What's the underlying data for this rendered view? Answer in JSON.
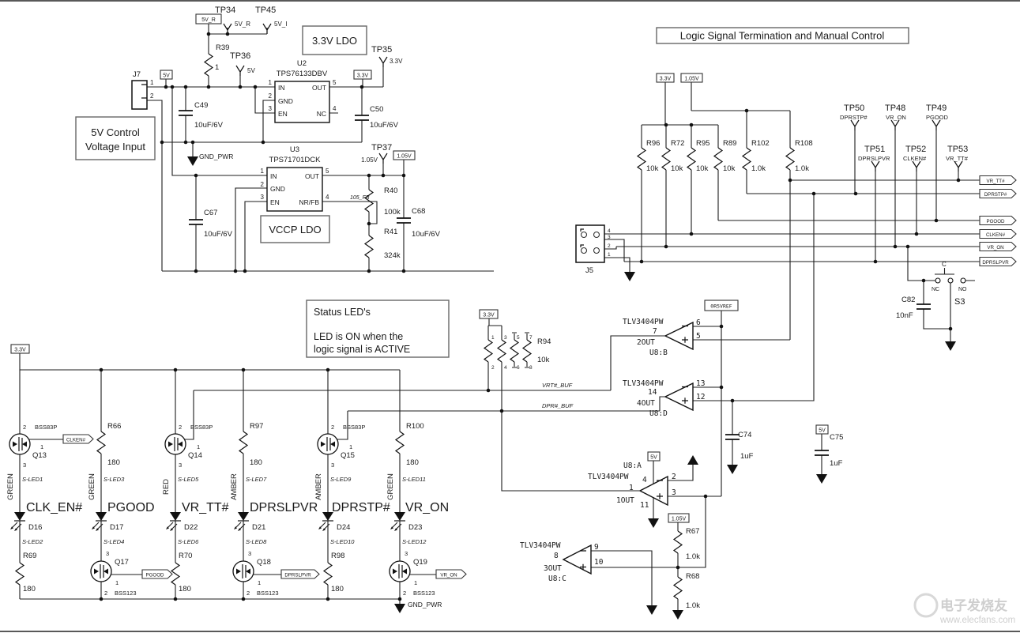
{
  "sheet": {
    "watermark_brand": "电子发烧友",
    "watermark_url": "www.elecfans.com"
  },
  "nets": {
    "v5": "5V",
    "v5r": "5V_R",
    "v5i": "5V_I",
    "v33": "3.3V",
    "v105": "1.05V",
    "ref05": "0R5VREF",
    "gnd_pwr": "GND_PWR",
    "fb": "105_FB",
    "vrt_buf": "VRT#_BUF",
    "dpr_buf": "DPR#_BUF"
  },
  "ldo": {
    "title": "3.3V LDO",
    "vccp_title": "VCCP LDO",
    "input_line1": "5V Control",
    "input_line2": "Voltage Input",
    "tp34": "TP34",
    "tp45": "TP45",
    "tp36": "TP36",
    "tp35": "TP35",
    "tp37": "TP37",
    "tp34_net": "5V_R",
    "tp45_net": "5V_I",
    "tp36_net": "5V",
    "tp35_net": "3.3V",
    "tp37_net": "1.05V",
    "j7": {
      "ref": "J7",
      "p1": "1",
      "p2": "2"
    },
    "r39": {
      "ref": "R39",
      "val": "1"
    },
    "c49": {
      "ref": "C49",
      "val": "10uF/6V"
    },
    "c50": {
      "ref": "C50",
      "val": "10uF/6V"
    },
    "c67": {
      "ref": "C67",
      "val": "10uF/6V"
    },
    "c68": {
      "ref": "C68",
      "val": "10uF/6V"
    },
    "r40": {
      "ref": "R40",
      "val": "100k"
    },
    "r41": {
      "ref": "R41",
      "val": "324k"
    },
    "u2": {
      "ref": "U2",
      "part": "TPS76133DBV",
      "pin_in": "IN",
      "pin_gnd": "GND",
      "pin_en": "EN",
      "pin_out": "OUT",
      "pin_nc": "NC",
      "n1": "1",
      "n2": "2",
      "n3": "3",
      "n4": "4",
      "n5": "5"
    },
    "u3": {
      "ref": "U3",
      "part": "TPS71701DCK",
      "pin_in": "IN",
      "pin_gnd": "GND",
      "pin_en": "EN",
      "pin_out": "OUT",
      "pin_fb": "NR/FB",
      "n1": "1",
      "n2": "2",
      "n3": "3",
      "n4": "4",
      "n5": "5"
    }
  },
  "logic": {
    "title": "Logic Signal Termination and Manual Control",
    "r96": {
      "ref": "R96",
      "val": "10k"
    },
    "r72": {
      "ref": "R72",
      "val": "10k"
    },
    "r95": {
      "ref": "R95",
      "val": "10k"
    },
    "r89": {
      "ref": "R89",
      "val": "10k"
    },
    "r102": {
      "ref": "R102",
      "val": "1.0k"
    },
    "r108": {
      "ref": "R108",
      "val": "1.0k"
    },
    "tp50": {
      "ref": "TP50",
      "net": "DPRSTP#"
    },
    "tp48": {
      "ref": "TP48",
      "net": "VR_ON"
    },
    "tp49": {
      "ref": "TP49",
      "net": "PGOOD"
    },
    "tp51": {
      "ref": "TP51",
      "net": "DPRSLPVR"
    },
    "tp52": {
      "ref": "TP52",
      "net": "CLKEN#"
    },
    "tp53": {
      "ref": "TP53",
      "net": "VR_TT#"
    },
    "flag_vrtt": "VR_TT#",
    "flag_dprstp": "DPRSTP#",
    "flag_pgood": "PGOOD",
    "flag_clken": "CLKEN#",
    "flag_vron": "VR_ON",
    "flag_dprslpvr": "DPRSLPVR",
    "j5": {
      "ref": "J5",
      "p4": "4",
      "p3": "3",
      "p2": "2",
      "p1": "1"
    },
    "s3": {
      "ref": "S3",
      "c": "C",
      "nc": "NC",
      "no": "NO"
    },
    "c82": {
      "ref": "C82",
      "val": "10nF"
    }
  },
  "status": {
    "title": "Status LED's",
    "note1": "LED is ON when the",
    "note2": "logic signal is ACTIVE",
    "r94": {
      "ref": "R94",
      "val": "10k",
      "p1": "1",
      "p2": "2",
      "p3": "3",
      "p4": "4",
      "p5": "5",
      "p6": "6",
      "p7": "7",
      "p8": "8"
    },
    "col1": {
      "q": "Q13",
      "part": "BSS83P",
      "pd": "2",
      "pg": "1",
      "ps": "3",
      "flag": "CLKEN#",
      "color": "GREEN",
      "sled_a": "S-LED1",
      "sled_b": "S-LED2",
      "name": "CLK_EN#",
      "d": "D16",
      "r": "R69",
      "rval": "180"
    },
    "col2": {
      "r": "R66",
      "rval": "180",
      "color": "GREEN",
      "sled_a": "S-LED3",
      "sled_b": "S-LED4",
      "name": "PGOOD",
      "d": "D17",
      "q": "Q17",
      "part": "BSS123",
      "pd": "3",
      "pg": "1",
      "ps": "2",
      "flag": "PGOOD"
    },
    "col3": {
      "q": "Q14",
      "part": "BSS83P",
      "pd": "2",
      "pg": "1",
      "ps": "3",
      "color": "RED",
      "sled_a": "S-LED5",
      "sled_b": "S-LED6",
      "name": "VR_TT#",
      "d": "D22",
      "r": "R70",
      "rval": "180"
    },
    "col4": {
      "r": "R97",
      "rval": "180",
      "color": "AMBER",
      "sled_a": "S-LED7",
      "sled_b": "S-LED8",
      "name": "DPRSLPVR",
      "d": "D21",
      "q": "Q18",
      "part": "BSS123",
      "pd": "3",
      "pg": "1",
      "ps": "2",
      "flag": "DPRSLPVR"
    },
    "col5": {
      "q": "Q15",
      "part": "BSS83P",
      "pd": "2",
      "pg": "1",
      "ps": "3",
      "color": "AMBER",
      "sled_a": "S-LED9",
      "sled_b": "S-LED10",
      "name": "DPRSTP#",
      "d": "D24",
      "r": "R98",
      "rval": "180"
    },
    "col6": {
      "r": "R100",
      "rval": "180",
      "color": "GREEN",
      "sled_a": "S-LED11",
      "sled_b": "S-LED12",
      "name": "VR_ON",
      "d": "D23",
      "q": "Q19",
      "part": "BSS123",
      "pd": "3",
      "pg": "1",
      "ps": "2",
      "flag": "VR_ON"
    }
  },
  "amps": {
    "u8b": {
      "part": "TLV3404PW",
      "pout": "7",
      "outname": "2OUT",
      "ref": "U8:B",
      "pminus": "6",
      "pplus": "5"
    },
    "u8d": {
      "part": "TLV3404PW",
      "pout": "14",
      "outname": "4OUT",
      "ref": "U8:D",
      "pminus": "13",
      "pplus": "12"
    },
    "u8a": {
      "ref": "U8:A",
      "part": "TLV3404PW",
      "psup": "4",
      "pout": "1",
      "outname": "1OUT",
      "pgnd": "11",
      "pminus": "2",
      "pplus": "3"
    },
    "u8c": {
      "part": "TLV3404PW",
      "pout": "8",
      "outname": "3OUT",
      "ref": "U8:C",
      "pminus": "9",
      "pplus": "10"
    },
    "c74": {
      "ref": "C74",
      "val": "1uF"
    },
    "c75": {
      "ref": "C75",
      "val": "1uF"
    },
    "r67": {
      "ref": "R67",
      "val": "1.0k"
    },
    "r68": {
      "ref": "R68",
      "val": "1.0k"
    }
  }
}
